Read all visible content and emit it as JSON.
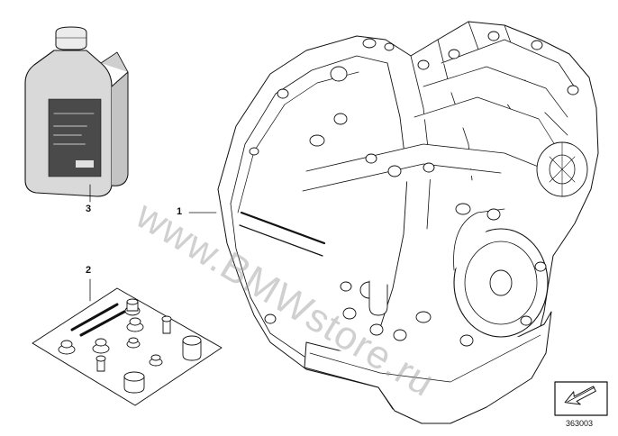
{
  "callouts": [
    {
      "id": "1",
      "label": "1",
      "part": "transmission"
    },
    {
      "id": "2",
      "label": "2",
      "part": "repair-kit"
    },
    {
      "id": "3",
      "label": "3",
      "part": "oil-bottle"
    }
  ],
  "drawing_number": "363003",
  "watermark": "www.BMWstore.ru",
  "colors": {
    "line": "#111111",
    "bottle_body": "#d9d9d9",
    "bottle_cap": "#ececec",
    "bottle_label": "#4a4a4a",
    "watermark": "#969696"
  },
  "icons": {
    "navigation": "arrow-icon"
  }
}
